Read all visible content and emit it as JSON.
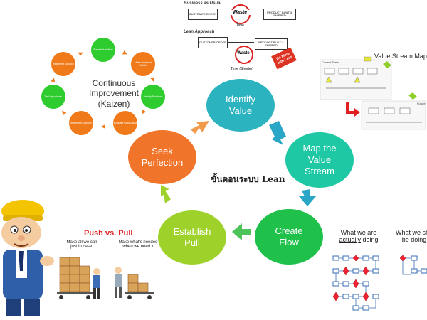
{
  "center_caption": "ขั้นตอนระบบ Lean",
  "cycle": [
    {
      "key": "identify",
      "label": "Identify\nValue",
      "color": "#2bb3c0"
    },
    {
      "key": "map",
      "label": "Map the\nValue\nStream",
      "color": "#1ec8a5"
    },
    {
      "key": "flow",
      "label": "Create\nFlow",
      "color": "#1fc14a"
    },
    {
      "key": "pull",
      "label": "Establish\nPull",
      "color": "#9ed12a"
    },
    {
      "key": "perfection",
      "label": "Seek\nPerfection",
      "color": "#f0742a"
    }
  ],
  "kaizen": {
    "title": "Continuous\nImprovement\n(Kaizen)",
    "nodes": [
      {
        "label": "Standardize Work",
        "color": "#2ecc2e"
      },
      {
        "label": "Make Problems Visible",
        "color": "#f07a1a"
      },
      {
        "label": "Identify Problems",
        "color": "#2ecc2e"
      },
      {
        "label": "Evaluate Root Cause",
        "color": "#f07a1a"
      },
      {
        "label": "Implement Solution",
        "color": "#f07a1a"
      },
      {
        "label": "Test Hypothesis",
        "color": "#2ecc2e"
      },
      {
        "label": "Implement Solution",
        "color": "#f07a1a"
      }
    ]
  },
  "waste_panel": {
    "bau_title": "Business as Usual",
    "lean_title": "Lean Approach",
    "customer_order": "CUSTOMER ORDER",
    "waste": "Waste",
    "product": "PRODUCT BUILT & SHIPPED",
    "time": "Time",
    "time_shorter": "Time (Shorter)",
    "badge": "Do More with Less"
  },
  "vsm": {
    "title": "Value Stream Mapp",
    "current_label": "Current State",
    "future_label": "Future"
  },
  "push_pull": {
    "title": "Push vs. Pull",
    "push_text": "Make all we can\njust in case.",
    "pull_text": "Make what's needed\nwhen we need it"
  },
  "doing": {
    "actual": "What we are",
    "actual_underline": "actually",
    "actual_suffix": "doing",
    "should": "What we sho",
    "should_suffix": "be doing"
  },
  "colors": {
    "arrow_blue": "#2aa6c6",
    "arrow_green": "#4cc45a",
    "arrow_orange": "#f39a4a"
  }
}
